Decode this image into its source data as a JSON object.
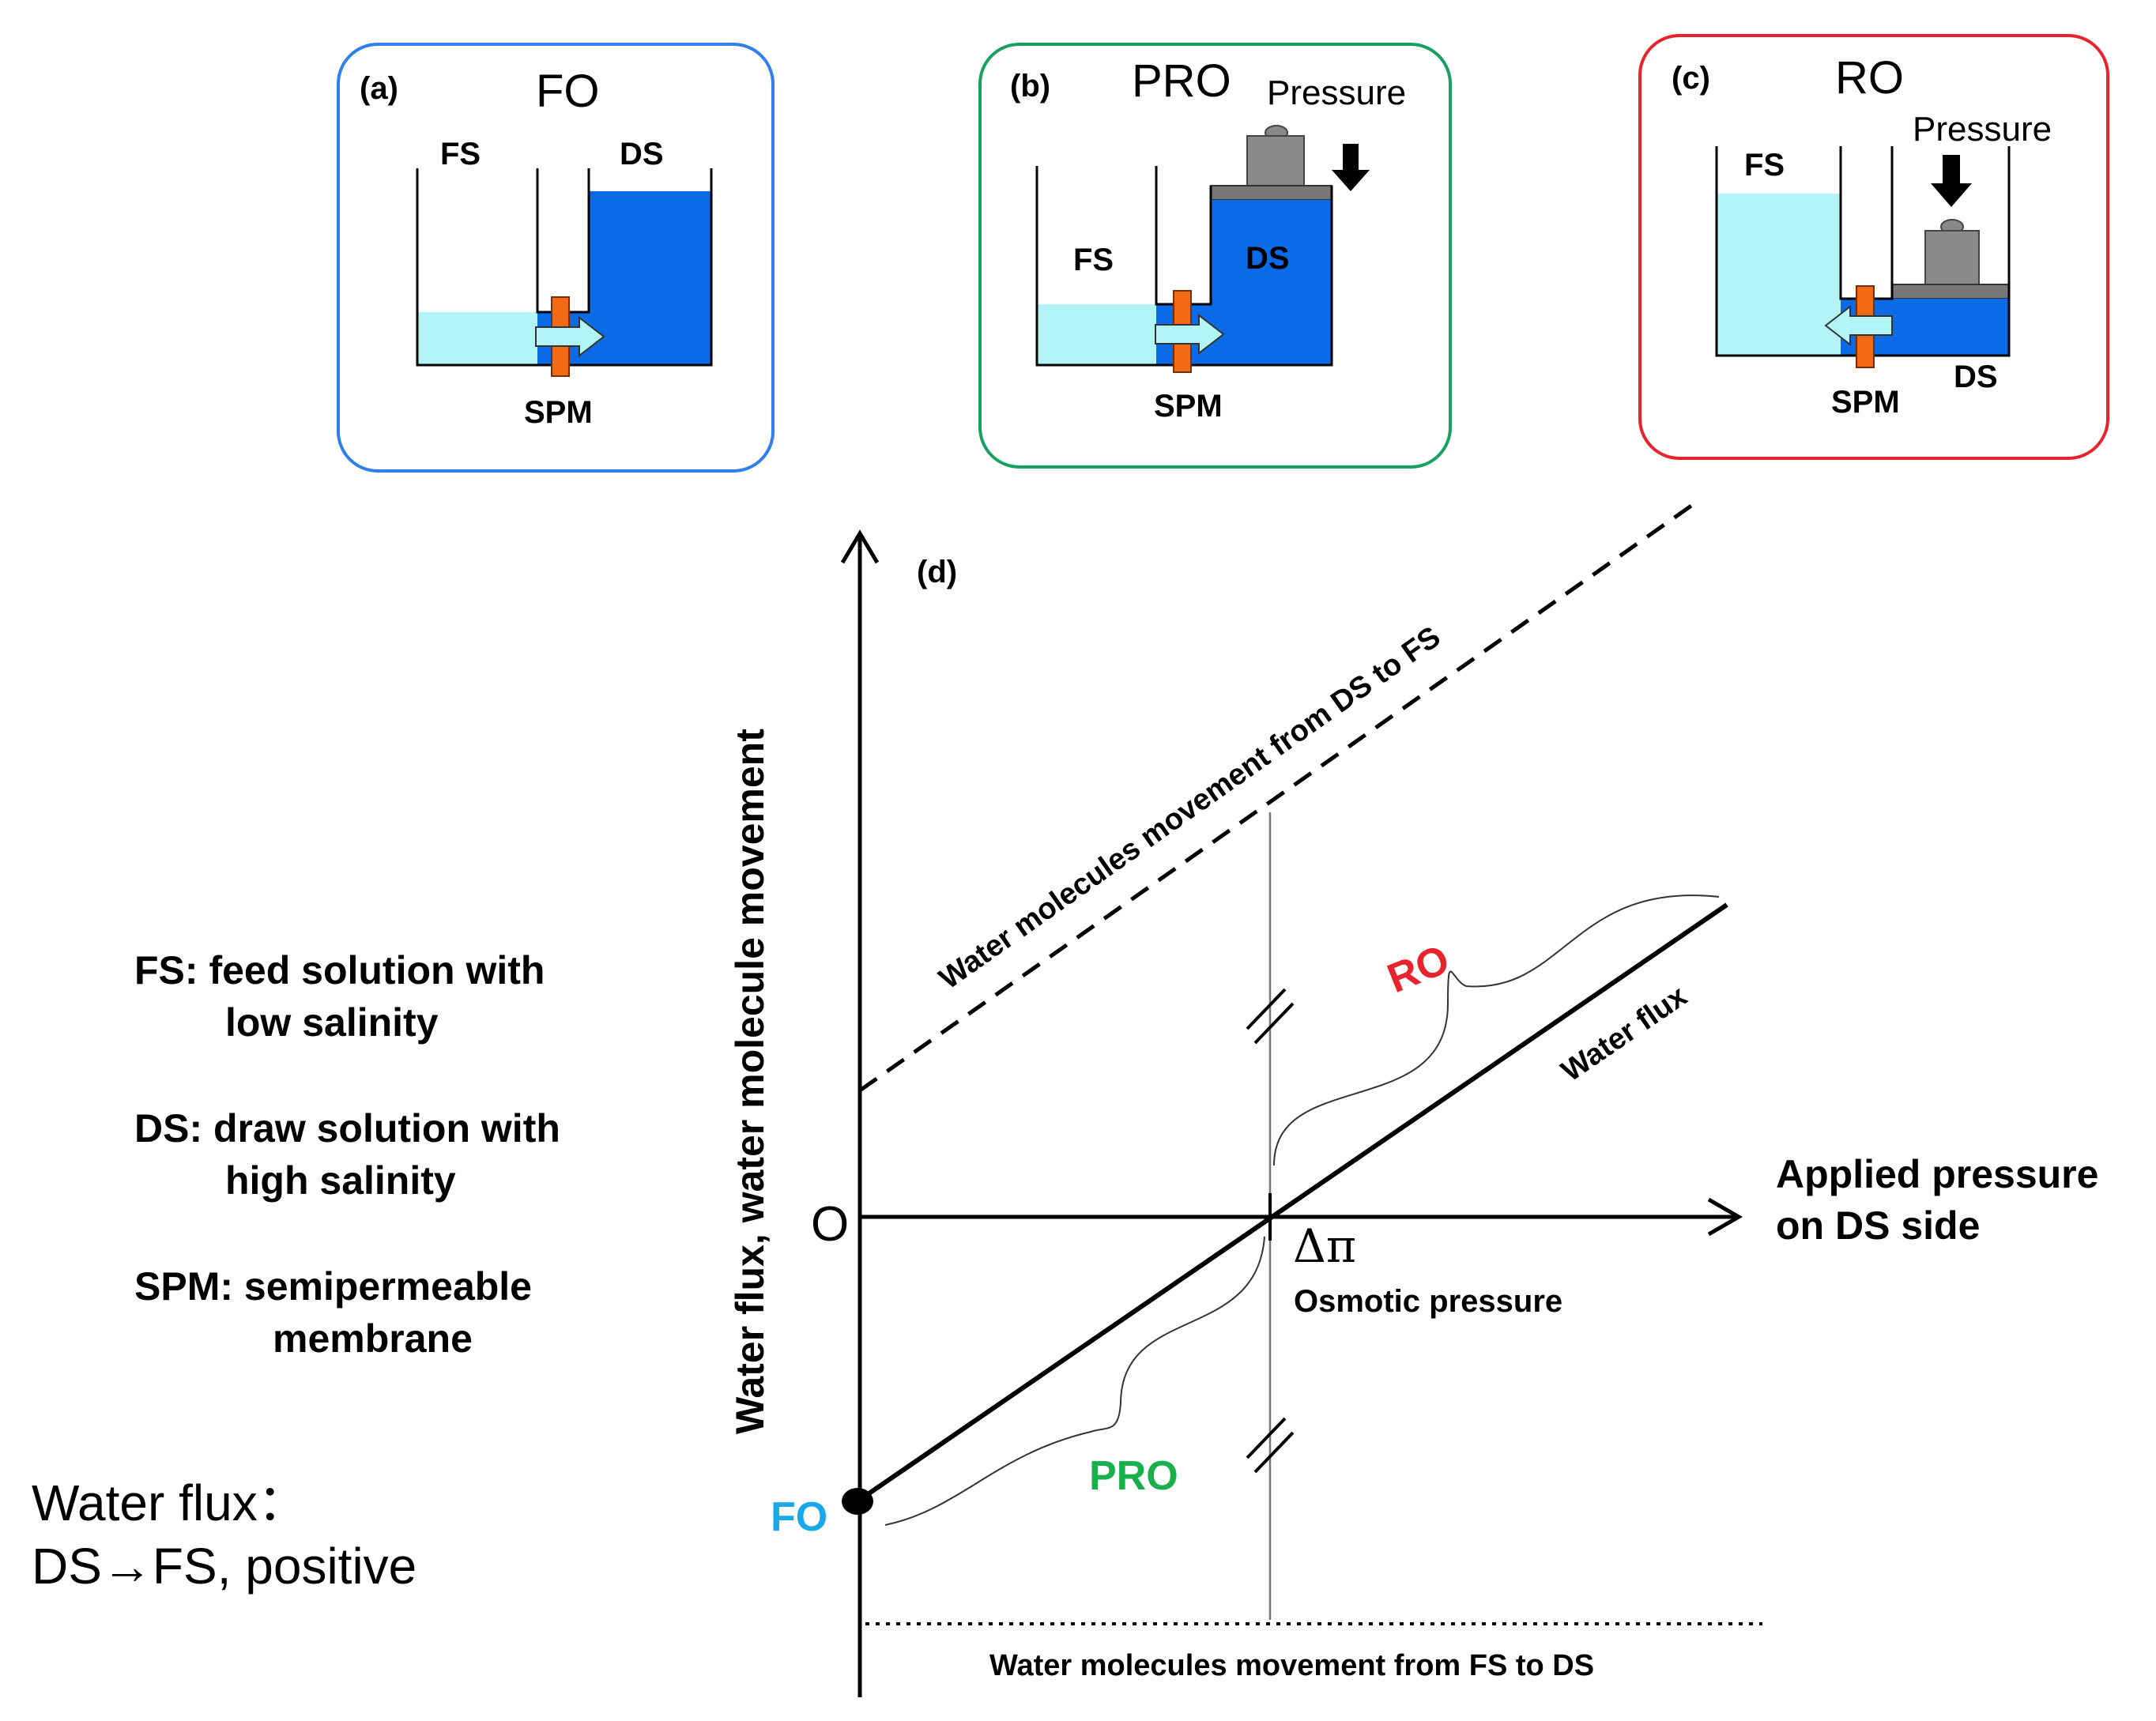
{
  "panels": {
    "a": {
      "label": "(a)",
      "title": "FO",
      "fs": "FS",
      "ds": "DS",
      "spm": "SPM",
      "border_color": "#2f80ed"
    },
    "b": {
      "label": "(b)",
      "title": "PRO",
      "pressure": "Pressure",
      "fs": "FS",
      "ds": "DS",
      "spm": "SPM",
      "border_color": "#18a060"
    },
    "c": {
      "label": "(c)",
      "title": "RO",
      "pressure": "Pressure",
      "fs": "FS",
      "ds": "DS",
      "spm": "SPM",
      "border_color": "#e8232b"
    }
  },
  "colors": {
    "draw_solution": "#0b6be6",
    "feed_solution": "#b3f5f7",
    "membrane": "#f26b14",
    "ro_label": "#e8232b",
    "pro_label": "#18b04a",
    "fo_label": "#19a8e8"
  },
  "graph": {
    "panel_label": "(d)",
    "y_axis_label": "Water flux, water molecule movement",
    "x_axis_label_line1": "Applied pressure",
    "x_axis_label_line2": "on DS side",
    "origin_label": "O",
    "delta_pi_label": "Δπ",
    "osmotic_label": "Osmotic pressure",
    "dashed_label": "Water molecules movement from DS to FS",
    "dotted_label": "Water molecules movement from FS to DS",
    "water_flux_label": "Water flux",
    "ro_label": "RO",
    "pro_label": "PRO",
    "fo_label": "FO"
  },
  "legend": [
    {
      "term": "FS:",
      "line1": "feed solution with",
      "line2": "low salinity"
    },
    {
      "term": "DS:",
      "line1": "draw solution with",
      "line2": "high salinity"
    },
    {
      "term": "SPM:",
      "line1": "semipermeable",
      "line2": "membrane"
    }
  ],
  "note": {
    "line1": "Water flux：",
    "line2": "DS→FS, positive"
  }
}
